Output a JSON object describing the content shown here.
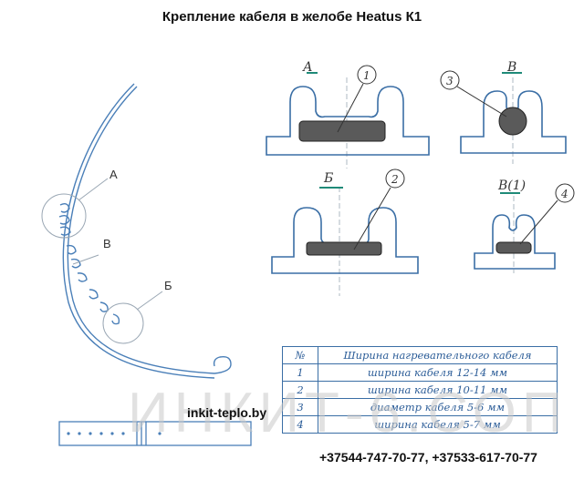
{
  "title": "Крепление кабеля в желобе Heatus К1",
  "left_labels": {
    "a": "А",
    "v": "В",
    "b": "Б"
  },
  "details": {
    "A": {
      "letter": "А",
      "num": "1"
    },
    "V": {
      "letter": "В",
      "num": "3"
    },
    "B": {
      "letter": "Б",
      "num": "2"
    },
    "V1": {
      "letter": "В(1)",
      "num": "4"
    }
  },
  "table": {
    "headers": [
      "№",
      "Ширина нагревательного кабеля"
    ],
    "rows": [
      [
        "1",
        "ширина кабеля 12-14 мм"
      ],
      [
        "2",
        "ширина кабеля 10-11 мм"
      ],
      [
        "3",
        "диаметр кабеля 5-6 мм"
      ],
      [
        "4",
        "ширина кабеля 5-7 мм"
      ]
    ]
  },
  "website": "inkit-teplo.by",
  "phones": "+37544-747-70-77, +37533-617-70-77",
  "colors": {
    "line": "#3a6ea5",
    "accent": "#1f8a78",
    "cable": "#5a5a5a"
  }
}
